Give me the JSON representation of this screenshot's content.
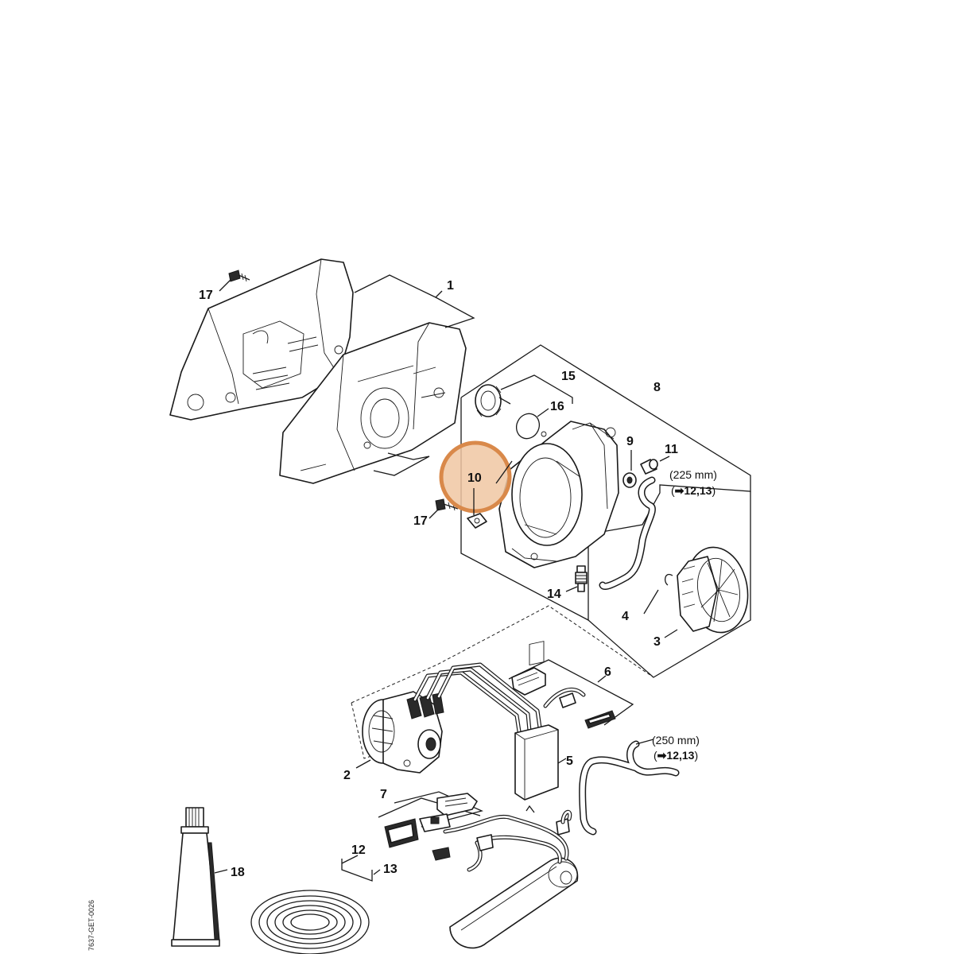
{
  "callouts": [
    {
      "id": "1",
      "text": "1"
    },
    {
      "id": "2",
      "text": "2"
    },
    {
      "id": "3",
      "text": "3"
    },
    {
      "id": "4",
      "text": "4"
    },
    {
      "id": "5",
      "text": "5"
    },
    {
      "id": "6",
      "text": "6"
    },
    {
      "id": "7",
      "text": "7"
    },
    {
      "id": "8",
      "text": "8"
    },
    {
      "id": "9",
      "text": "9"
    },
    {
      "id": "10",
      "text": "10"
    },
    {
      "id": "11",
      "text": "11"
    },
    {
      "id": "12",
      "text": "12"
    },
    {
      "id": "13",
      "text": "13"
    },
    {
      "id": "14",
      "text": "14"
    },
    {
      "id": "15",
      "text": "15"
    },
    {
      "id": "16",
      "text": "16"
    },
    {
      "id": "17a",
      "text": "17"
    },
    {
      "id": "17b",
      "text": "17"
    },
    {
      "id": "18",
      "text": "18"
    }
  ],
  "notes": {
    "hose_upper_length": "(225 mm)",
    "hose_upper_ref": "12,13",
    "hose_lower_length": "(250 mm)",
    "hose_lower_ref": "12,13",
    "arrow_glyph": "➡"
  },
  "highlight": {
    "callout": "10",
    "color": "#d9894a",
    "fill": "#f0c7a2"
  },
  "side_code": "7637-GET-0026"
}
